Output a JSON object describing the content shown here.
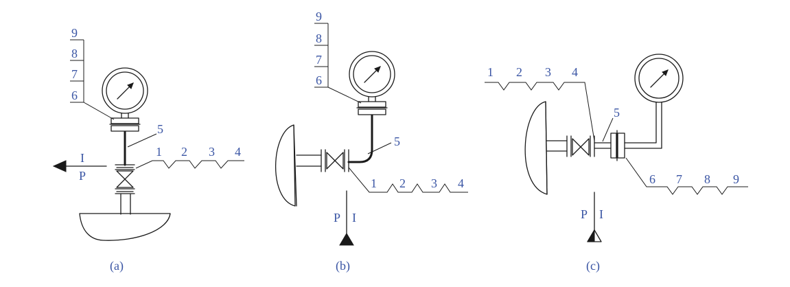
{
  "colors": {
    "label": "#3a55a4",
    "line": "#1a1a1a",
    "background": "#ffffff"
  },
  "panel_a": {
    "caption": "(a)",
    "lead_numbers": [
      "9",
      "8",
      "7",
      "6"
    ],
    "pipe_number": "5",
    "zigzag_numbers": [
      "1",
      "2",
      "3",
      "4"
    ],
    "flow_top": "I",
    "flow_bottom": "P"
  },
  "panel_b": {
    "caption": "(b)",
    "lead_numbers": [
      "9",
      "8",
      "7",
      "6"
    ],
    "pipe_number": "5",
    "zigzag_numbers": [
      "1",
      "2",
      "3",
      "4"
    ],
    "flow_left": "P",
    "flow_right": "I"
  },
  "panel_c": {
    "caption": "(c)",
    "zigzag_top_numbers": [
      "1",
      "2",
      "3",
      "4"
    ],
    "pipe_number": "5",
    "zigzag_bottom_numbers": [
      "6",
      "7",
      "8",
      "9"
    ],
    "flow_left": "P",
    "flow_right": "I"
  }
}
